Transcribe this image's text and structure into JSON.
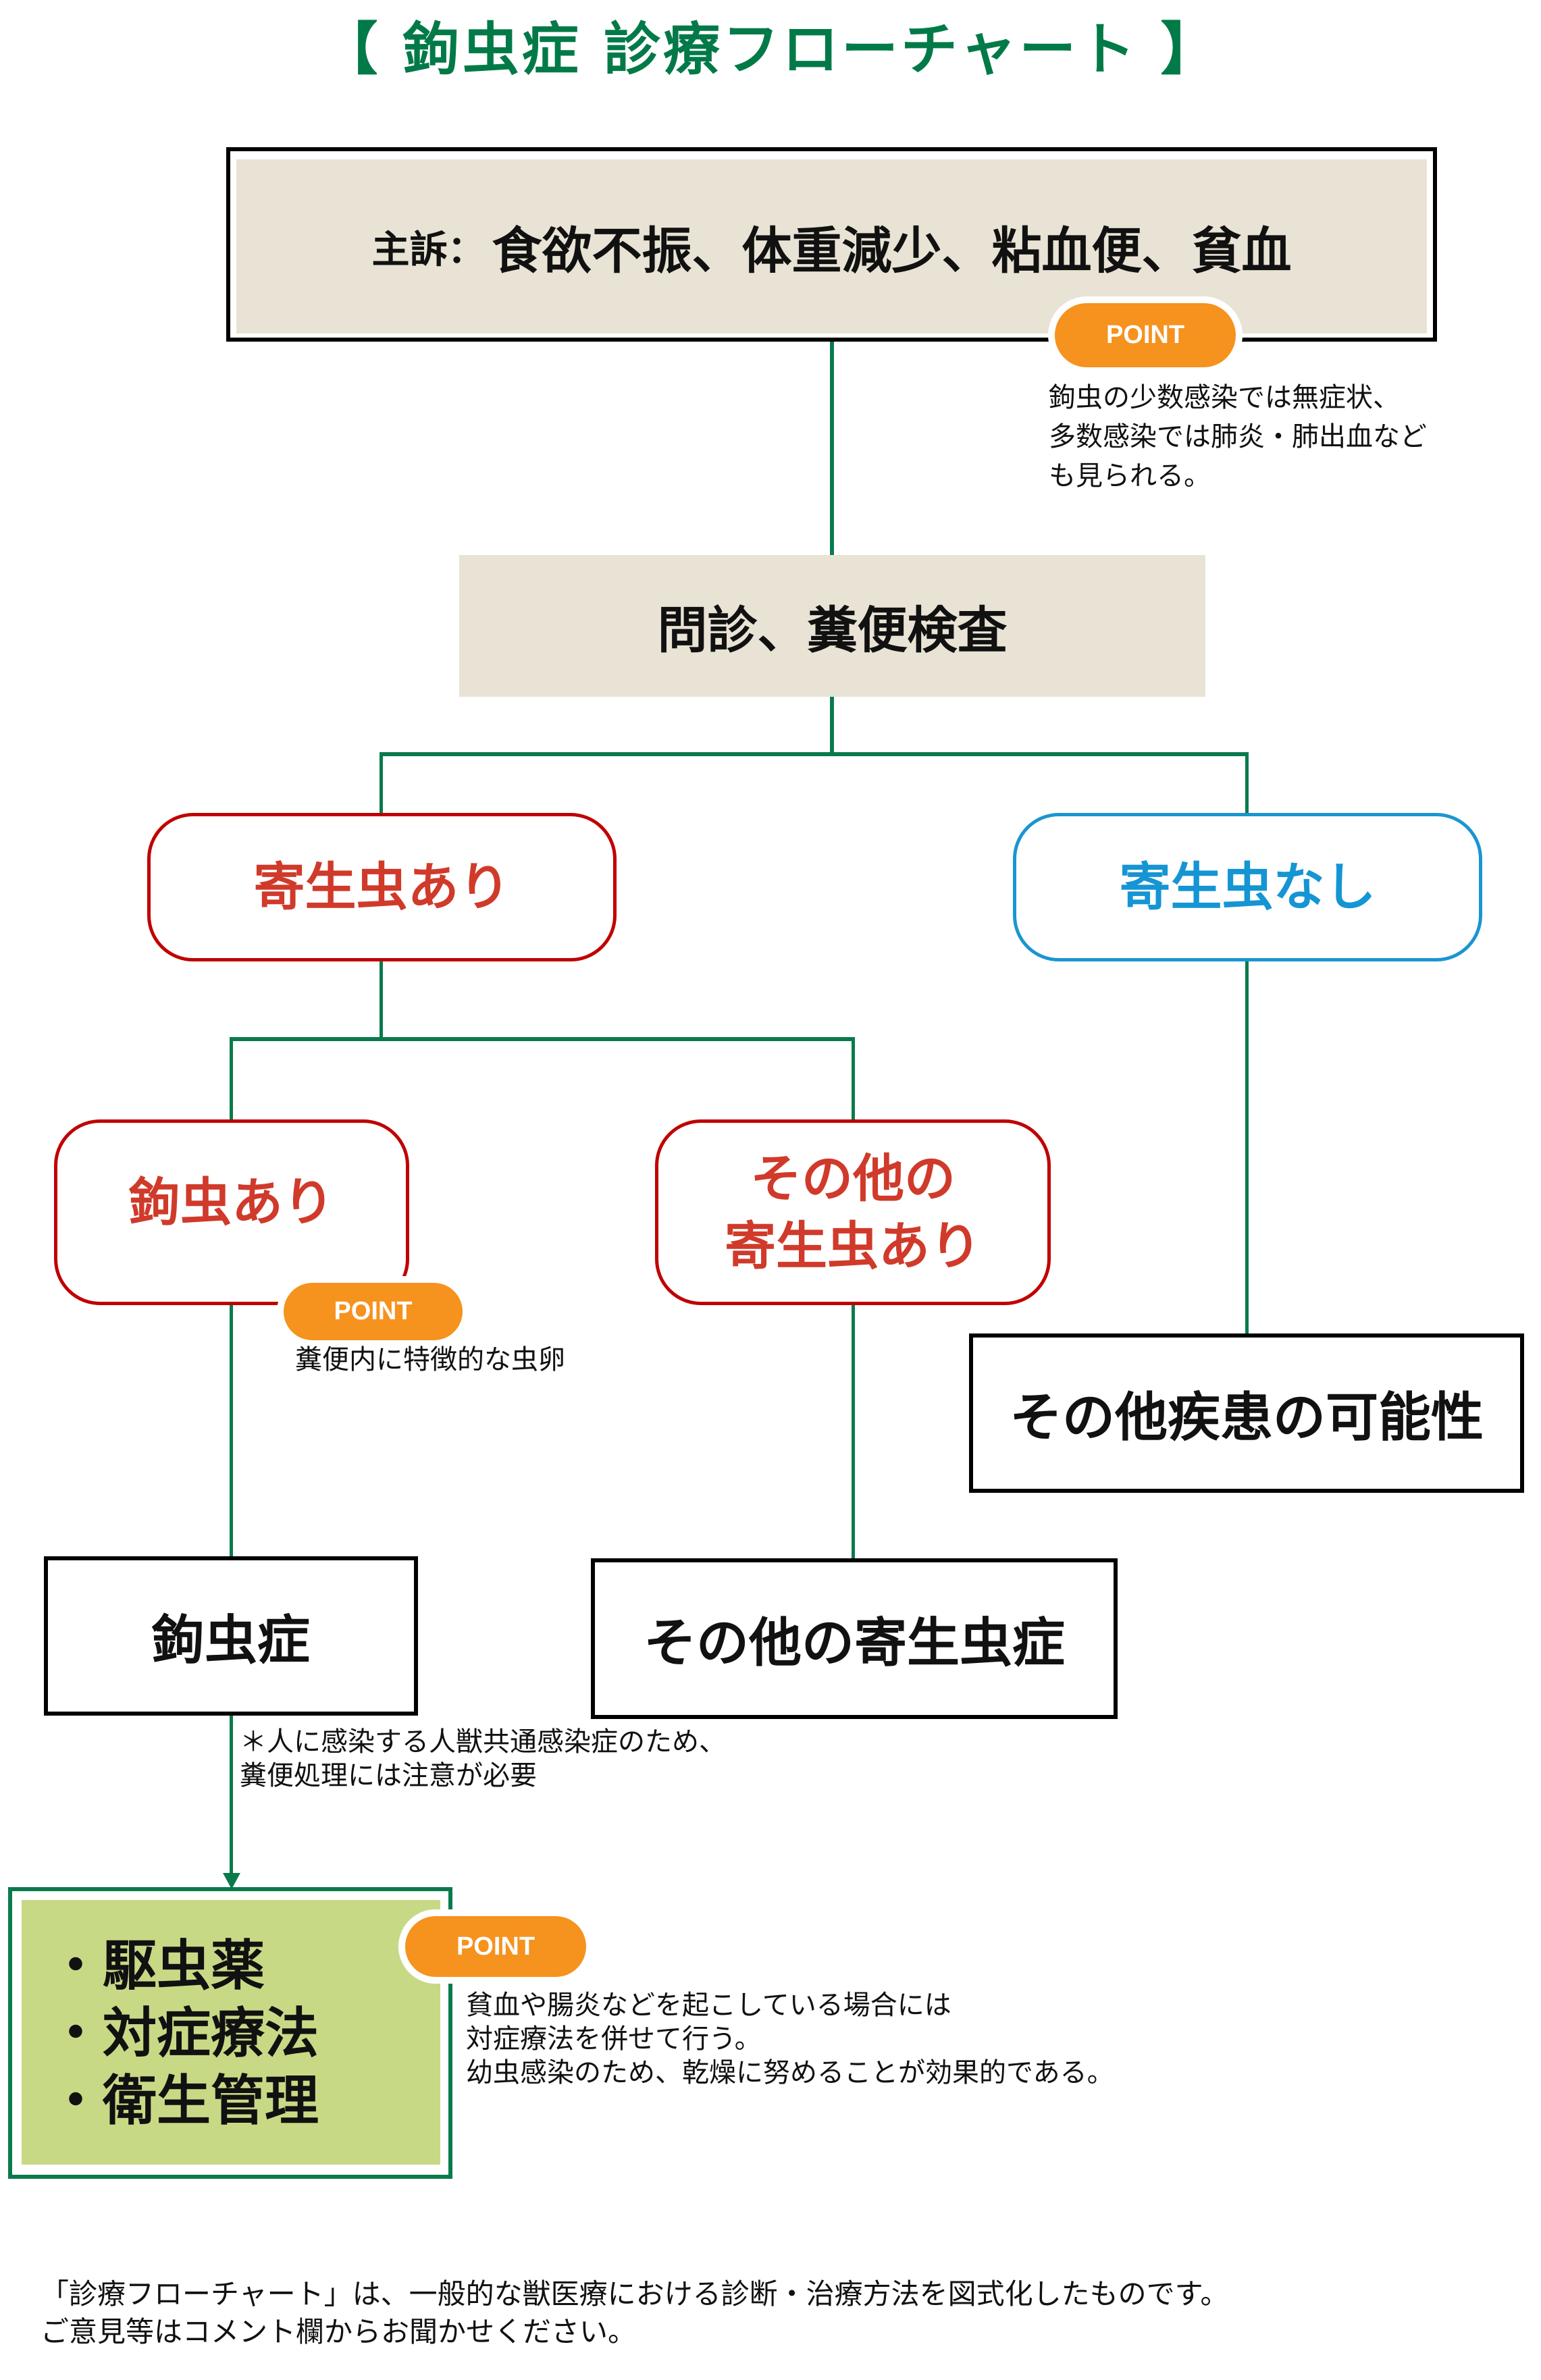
{
  "title": "【 鉤虫症 診療フローチャート 】",
  "chief_complaint": {
    "label": "主訴：",
    "value": "食欲不振、体重減少、粘血便、貧血"
  },
  "point_label": "POINT",
  "notes": {
    "chief_complaint": "鉤虫の少数感染では無症状、\n多数感染では肺炎・肺出血など\nも見られる。",
    "hookworm_found": "糞便内に特徴的な虫卵",
    "zoonosis": "＊人に感染する人獣共通感染症のため、\n糞便処理には注意が必要",
    "treatment": "貧血や腸炎などを起こしている場合には\n対症療法を併せて行う。\n幼虫感染のため、乾燥に努めることが効果的である。"
  },
  "nodes": {
    "exam": "問診、糞便検査",
    "parasite_yes": "寄生虫あり",
    "parasite_no": "寄生虫なし",
    "hookworm_yes": "鉤虫あり",
    "other_parasite_yes": "その他の\n寄生虫あり",
    "other_disease": "その他疾患の可能性",
    "hookworm_disease": "鉤虫症",
    "other_parasite_disease": "その他の寄生虫症"
  },
  "treatment": {
    "items": [
      "・駆虫薬",
      "・対症療法",
      "・衛生管理"
    ]
  },
  "footer": "「診療フローチャート」は、一般的な獣医療における診断・治療方法を図式化したものです。\nご意見等はコメント欄からお聞かせください。",
  "colors": {
    "title_green": "#027a48",
    "connector_green": "#0a7a4c",
    "beige": "#e8e3d4",
    "point_orange": "#f6921e",
    "positive_red": "#c00000",
    "negative_blue": "#1b95d1",
    "treatment_green": "#c8d986"
  }
}
